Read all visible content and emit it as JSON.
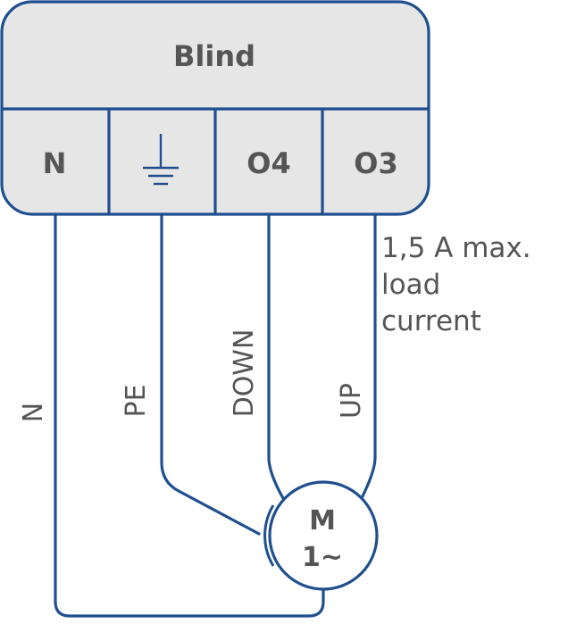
{
  "device": {
    "title": "Blind",
    "terminals": [
      "N",
      "",
      "O4",
      "O3"
    ],
    "ground_icon": "ground-icon"
  },
  "wires": {
    "n": "N",
    "pe": "PE",
    "down": "DOWN",
    "up": "UP"
  },
  "note": {
    "line1": "1,5 A max.",
    "line2": "load",
    "line3": "current"
  },
  "motor": {
    "line1": "M",
    "line2": "1~"
  },
  "colors": {
    "line": "#1f4f8f",
    "box": "#e6e6e6",
    "text": "#555555"
  }
}
